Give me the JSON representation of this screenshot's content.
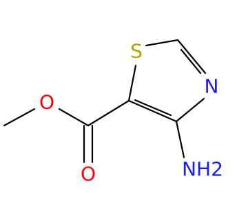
{
  "molecule": {
    "atoms": {
      "sulfur": {
        "symbol": "S",
        "color": "#b3a100"
      },
      "ring_nitrogen": {
        "symbol": "N",
        "color": "#1a1aff"
      },
      "carbonyl_oxygen": {
        "symbol": "O",
        "color": "#ff0000"
      },
      "ether_oxygen": {
        "symbol": "O",
        "color": "#ff0000"
      },
      "amino_group": {
        "symbol": "NH2",
        "color": "#1a1aff"
      }
    },
    "bond_color": "#000000"
  }
}
